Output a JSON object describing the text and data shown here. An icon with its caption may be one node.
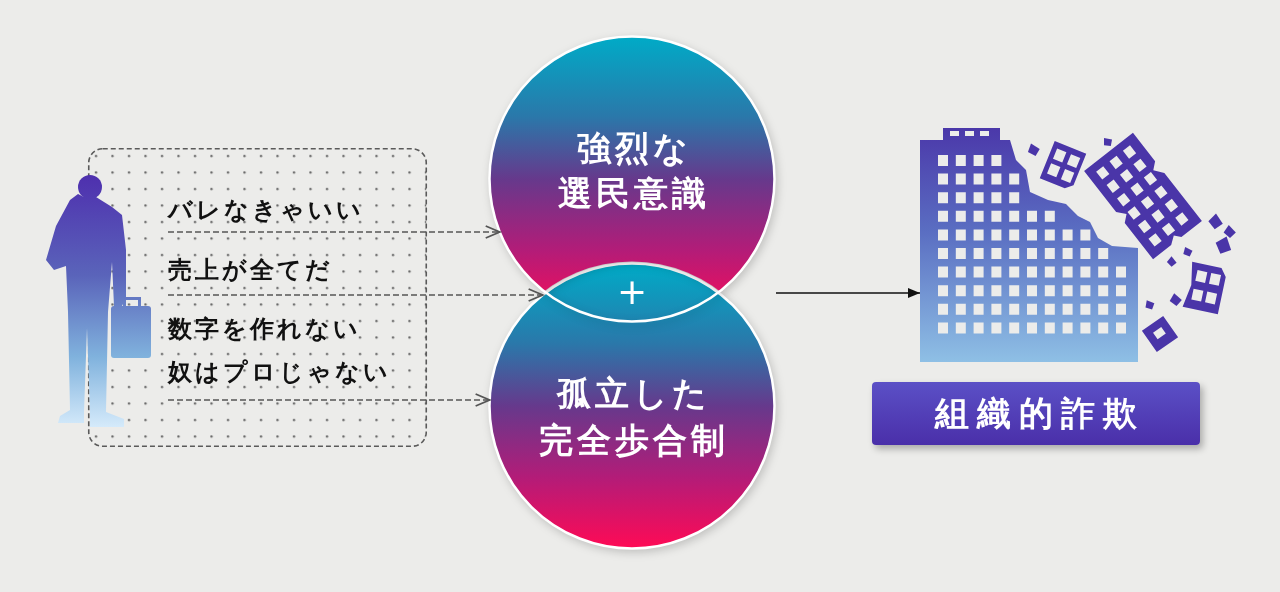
{
  "diagram": {
    "nodes": [
      {
        "text": [],
        "shape": "box"
      },
      {
        "text": [
          "バレなきゃいい"
        ],
        "in": 0
      },
      {
        "text": [
          "売上が全てだ"
        ],
        "in": 0
      },
      {
        "text": [
          "数字を作れない奴はプロじゃない"
        ],
        "in": 0
      },
      {
        "text": [
          "強烈な選民意識"
        ]
      },
      {
        "text": [
          "孤立した完全歩合制"
        ]
      },
      {
        "text": [],
        "shape": "picture"
      },
      {
        "text": [
          "組織的詐欺"
        ]
      }
    ],
    "edges": [
      {
        "from": 1,
        "to": 4,
        "arrow": "to",
        "style": "dashed"
      },
      {
        "from": 2,
        "to": 5,
        "arrow": "to",
        "style": "dashed"
      },
      {
        "from": 3,
        "to": 5,
        "arrow": "to",
        "style": "dashed"
      },
      {
        "from": null,
        "to": 6,
        "arrow": "to",
        "color": "#111111"
      }
    ],
    "labels": [
      "+"
    ]
  }
}
